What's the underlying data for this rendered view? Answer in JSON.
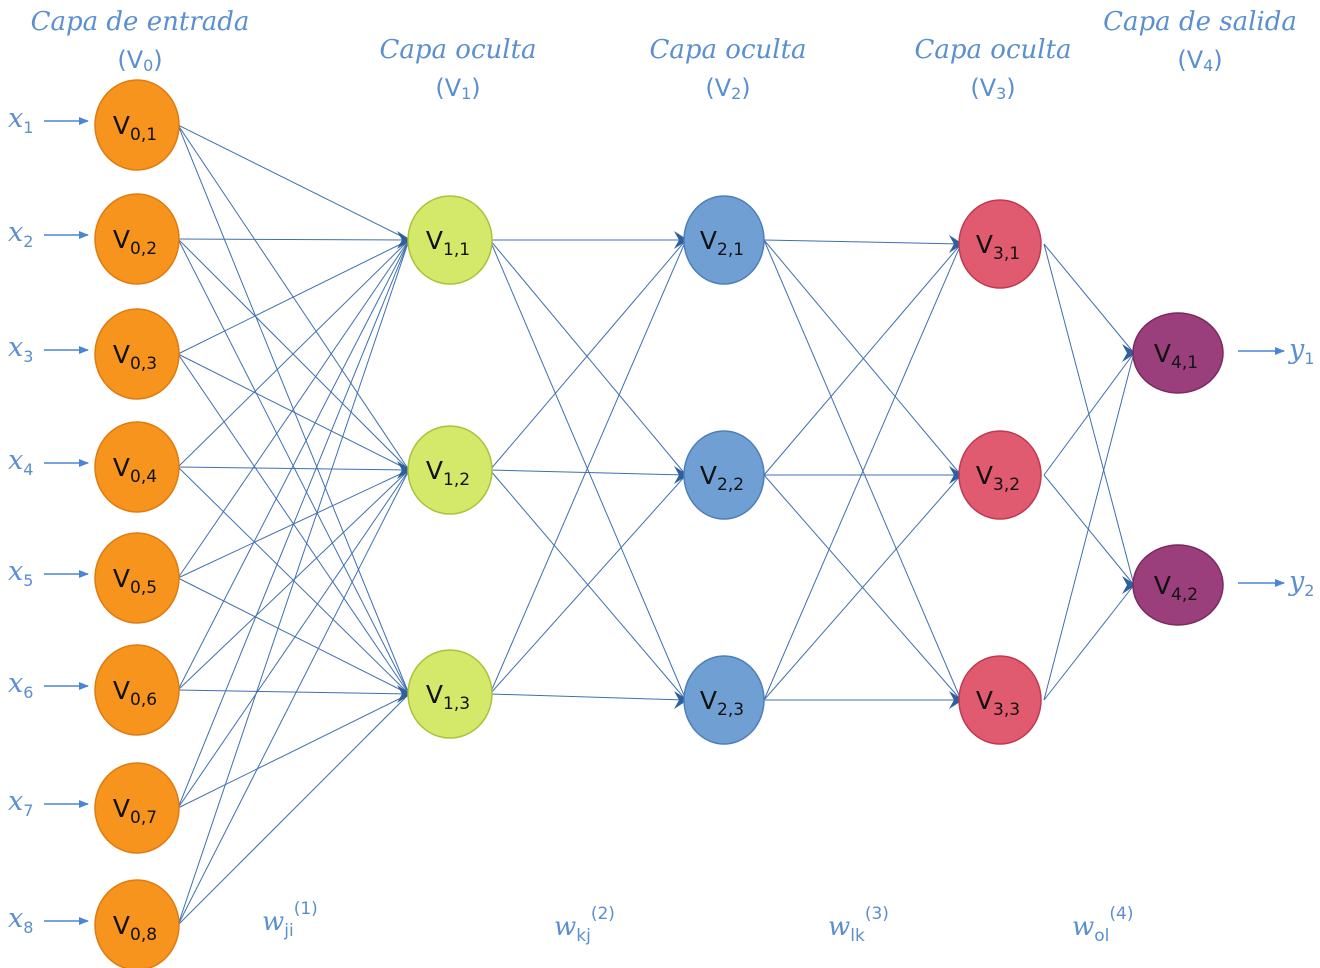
{
  "layers": [
    {
      "id": "L0",
      "title": "Capa de entrada",
      "sub_main": "(V",
      "sub_idx": "0",
      "sub_close": ")",
      "color": "#f7941e",
      "stroke": "#e07b0f"
    },
    {
      "id": "L1",
      "title": "Capa oculta",
      "sub_main": "(V",
      "sub_idx": "1",
      "sub_close": ")",
      "color": "#d4e86a",
      "stroke": "#a8c43a"
    },
    {
      "id": "L2",
      "title": "Capa oculta",
      "sub_main": "(V",
      "sub_idx": "2",
      "sub_close": ")",
      "color": "#6f9fd3",
      "stroke": "#4f7fb8"
    },
    {
      "id": "L3",
      "title": "Capa oculta",
      "sub_main": "(V",
      "sub_idx": "3",
      "sub_close": ")",
      "color": "#e05a70",
      "stroke": "#c03a52"
    },
    {
      "id": "L4",
      "title": "Capa de salida",
      "sub_main": "(V",
      "sub_idx": "4",
      "sub_close": ")",
      "color": "#9a3f7c",
      "stroke": "#7a2a5f"
    }
  ],
  "nodes": {
    "L0": [
      {
        "main": "V",
        "sub": "0,1"
      },
      {
        "main": "V",
        "sub": "0,2"
      },
      {
        "main": "V",
        "sub": "0,3"
      },
      {
        "main": "V",
        "sub": "0,4"
      },
      {
        "main": "V",
        "sub": "0,5"
      },
      {
        "main": "V",
        "sub": "0,6"
      },
      {
        "main": "V",
        "sub": "0,7"
      },
      {
        "main": "V",
        "sub": "0,8"
      }
    ],
    "L1": [
      {
        "main": "V",
        "sub": "1,1"
      },
      {
        "main": "V",
        "sub": "1,2"
      },
      {
        "main": "V",
        "sub": "1,3"
      }
    ],
    "L2": [
      {
        "main": "V",
        "sub": "2,1"
      },
      {
        "main": "V",
        "sub": "2,2"
      },
      {
        "main": "V",
        "sub": "2,3"
      }
    ],
    "L3": [
      {
        "main": "V",
        "sub": "3,1"
      },
      {
        "main": "V",
        "sub": "3,2"
      },
      {
        "main": "V",
        "sub": "3,3"
      }
    ],
    "L4": [
      {
        "main": "V",
        "sub": "4,1"
      },
      {
        "main": "V",
        "sub": "4,2"
      }
    ]
  },
  "inputs": [
    {
      "main": "x",
      "sub": "1"
    },
    {
      "main": "x",
      "sub": "2"
    },
    {
      "main": "x",
      "sub": "3"
    },
    {
      "main": "x",
      "sub": "4"
    },
    {
      "main": "x",
      "sub": "5"
    },
    {
      "main": "x",
      "sub": "6"
    },
    {
      "main": "x",
      "sub": "7"
    },
    {
      "main": "x",
      "sub": "8"
    }
  ],
  "outputs": [
    {
      "main": "y",
      "sub": "1"
    },
    {
      "main": "y",
      "sub": "2"
    }
  ],
  "weights": [
    {
      "main": "w",
      "sub": "ji",
      "sup": "(1)"
    },
    {
      "main": "w",
      "sub": "kj",
      "sup": "(2)"
    },
    {
      "main": "w",
      "sub": "lk",
      "sup": "(3)"
    },
    {
      "main": "w",
      "sub": "ol",
      "sup": "(4)"
    }
  ],
  "colors": {
    "edge": "#3f6fb0",
    "label": "#5a8fd0",
    "arrow": "#4a86d4"
  }
}
